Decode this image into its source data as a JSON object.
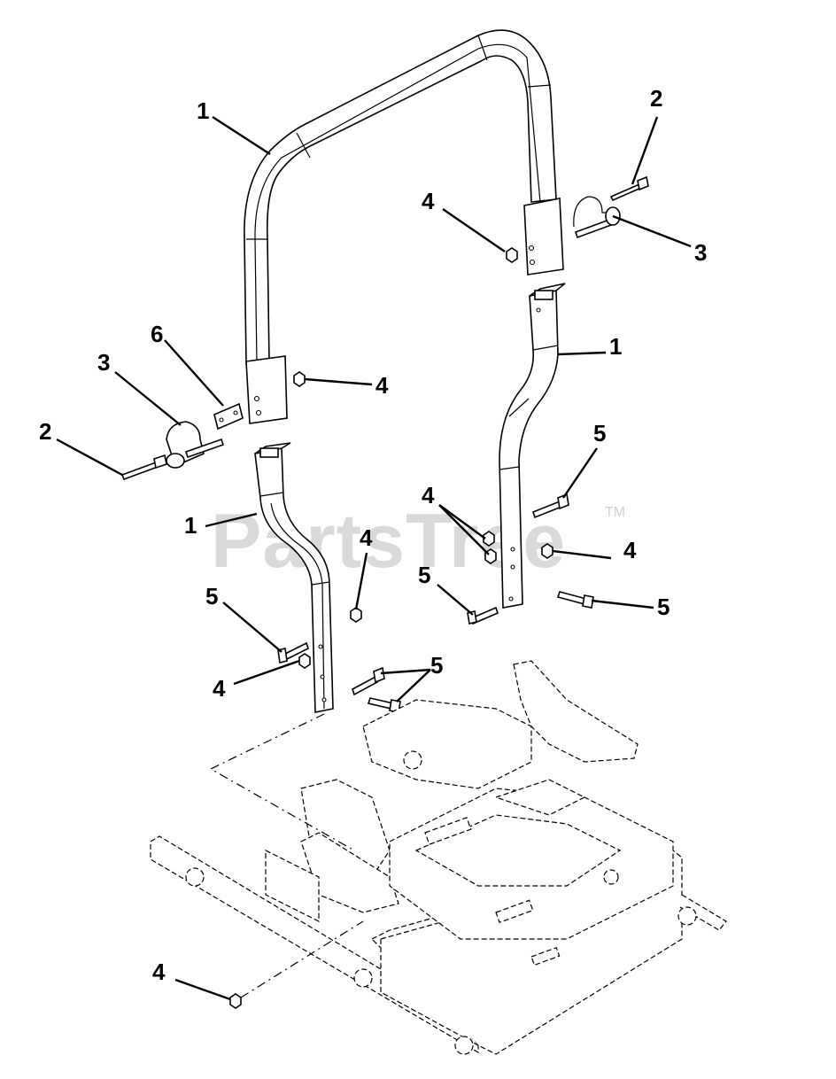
{
  "watermark": {
    "text": "PartsTree",
    "trademark": "TM"
  },
  "callouts": {
    "c1_top_bar": "1",
    "c1_right_leg": "1",
    "c1_left_leg": "1",
    "c2_right_pin": "2",
    "c2_left_pin": "2",
    "c3_right_clip": "3",
    "c3_left_clip": "3",
    "c4_upper_right_nut": "4",
    "c4_upper_left_nut": "4",
    "c4_right_pair": "4",
    "c4_right_leg_nut": "4",
    "c4_left_leg_nut_upper": "4",
    "c4_left_leg_nut_lower": "4",
    "c4_frame_nut": "4",
    "c5_right_upper": "5",
    "c5_right_mid": "5",
    "c5_right_lower": "5",
    "c5_left_upper": "5",
    "c5_left_lower_pair": "5",
    "c6_bracket": "6"
  }
}
